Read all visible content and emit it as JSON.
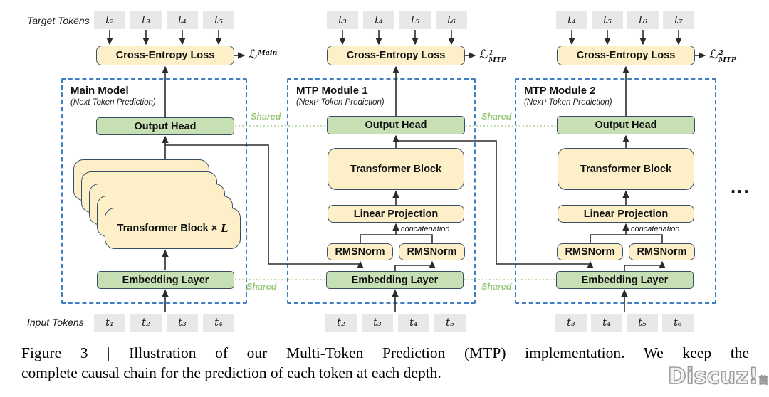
{
  "labels": {
    "target_tokens": "Target Tokens",
    "input_tokens": "Input Tokens",
    "ellipsis": "..."
  },
  "shared_label": "Shared",
  "modules": [
    {
      "title": "Main Model",
      "subtitle": "(Next Token Prediction)",
      "ce_label": "Cross-Entropy Loss",
      "loss": {
        "base": "ℒ",
        "sup": "",
        "sub": "Main"
      },
      "output_head": "Output Head",
      "transformer": "Transformer Block ×",
      "transformer_var": "L",
      "embedding": "Embedding Layer",
      "target_tokens": [
        "t₂",
        "t₃",
        "t₄",
        "t₅"
      ],
      "input_tokens": [
        "t₁",
        "t₂",
        "t₃",
        "t₄"
      ]
    },
    {
      "title": "MTP Module 1",
      "subtitle": "(Next² Token Prediction)",
      "ce_label": "Cross-Entropy Loss",
      "loss": {
        "base": "ℒ",
        "sup": "1",
        "sub": "MTP"
      },
      "output_head": "Output Head",
      "transformer": "Transformer Block",
      "linear_projection": "Linear Projection",
      "concatenation": "concatenation",
      "rmsnorm_left": "RMSNorm",
      "rmsnorm_right": "RMSNorm",
      "embedding": "Embedding Layer",
      "target_tokens": [
        "t₃",
        "t₄",
        "t₅",
        "t₆"
      ],
      "input_tokens": [
        "t₂",
        "t₃",
        "t₄",
        "t₅"
      ]
    },
    {
      "title": "MTP Module 2",
      "subtitle": "(Next³ Token Prediction)",
      "ce_label": "Cross-Entropy Loss",
      "loss": {
        "base": "ℒ",
        "sup": "2",
        "sub": "MTP"
      },
      "output_head": "Output Head",
      "transformer": "Transformer Block",
      "linear_projection": "Linear Projection",
      "concatenation": "concatenation",
      "rmsnorm_left": "RMSNorm",
      "rmsnorm_right": "RMSNorm",
      "embedding": "Embedding Layer",
      "target_tokens": [
        "t₄",
        "t₅",
        "t₆",
        "t₇"
      ],
      "input_tokens": [
        "t₃",
        "t₄",
        "t₅",
        "t₆"
      ]
    }
  ],
  "caption": {
    "line1": "Figure 3 | Illustration of our Multi-Token Prediction (MTP) implementation.  We keep the",
    "line2": "complete causal chain for the prediction of each token at each depth."
  },
  "watermark": {
    "text": "Discuz!",
    "suffix": "茵"
  },
  "colors": {
    "box_yellow": "#fdf0c8",
    "box_green": "#c6e0b4",
    "box_border": "#3b4d63",
    "dashed_blue": "#3f7dc4",
    "shared_green": "#9cc87e",
    "token_gray": "#e8e8e8",
    "arrow": "#2b2b2b"
  }
}
